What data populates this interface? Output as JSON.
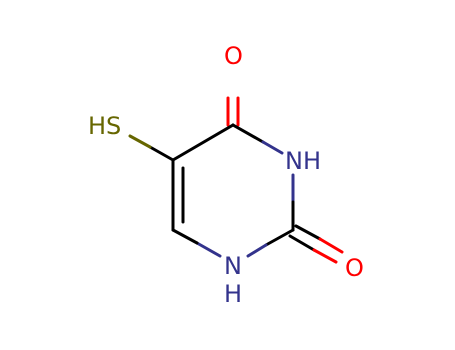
{
  "molecule": {
    "atoms": {
      "sh": {
        "symbol": "HS",
        "color": "#666600"
      },
      "o_top": {
        "symbol": "O",
        "color": "#ff0000"
      },
      "nh_right": {
        "symbol": "NH",
        "color": "#33338c"
      },
      "o_right": {
        "symbol": "O",
        "color": "#ff0000"
      },
      "n_bottom": {
        "symbol": "N",
        "color": "#33338c"
      },
      "h_bottom": {
        "symbol": "H",
        "color": "#33338c"
      }
    },
    "colors": {
      "carbon_bond": "#000000",
      "sulfur": "#666600",
      "oxygen": "#ff0000",
      "nitrogen": "#33338c"
    }
  }
}
